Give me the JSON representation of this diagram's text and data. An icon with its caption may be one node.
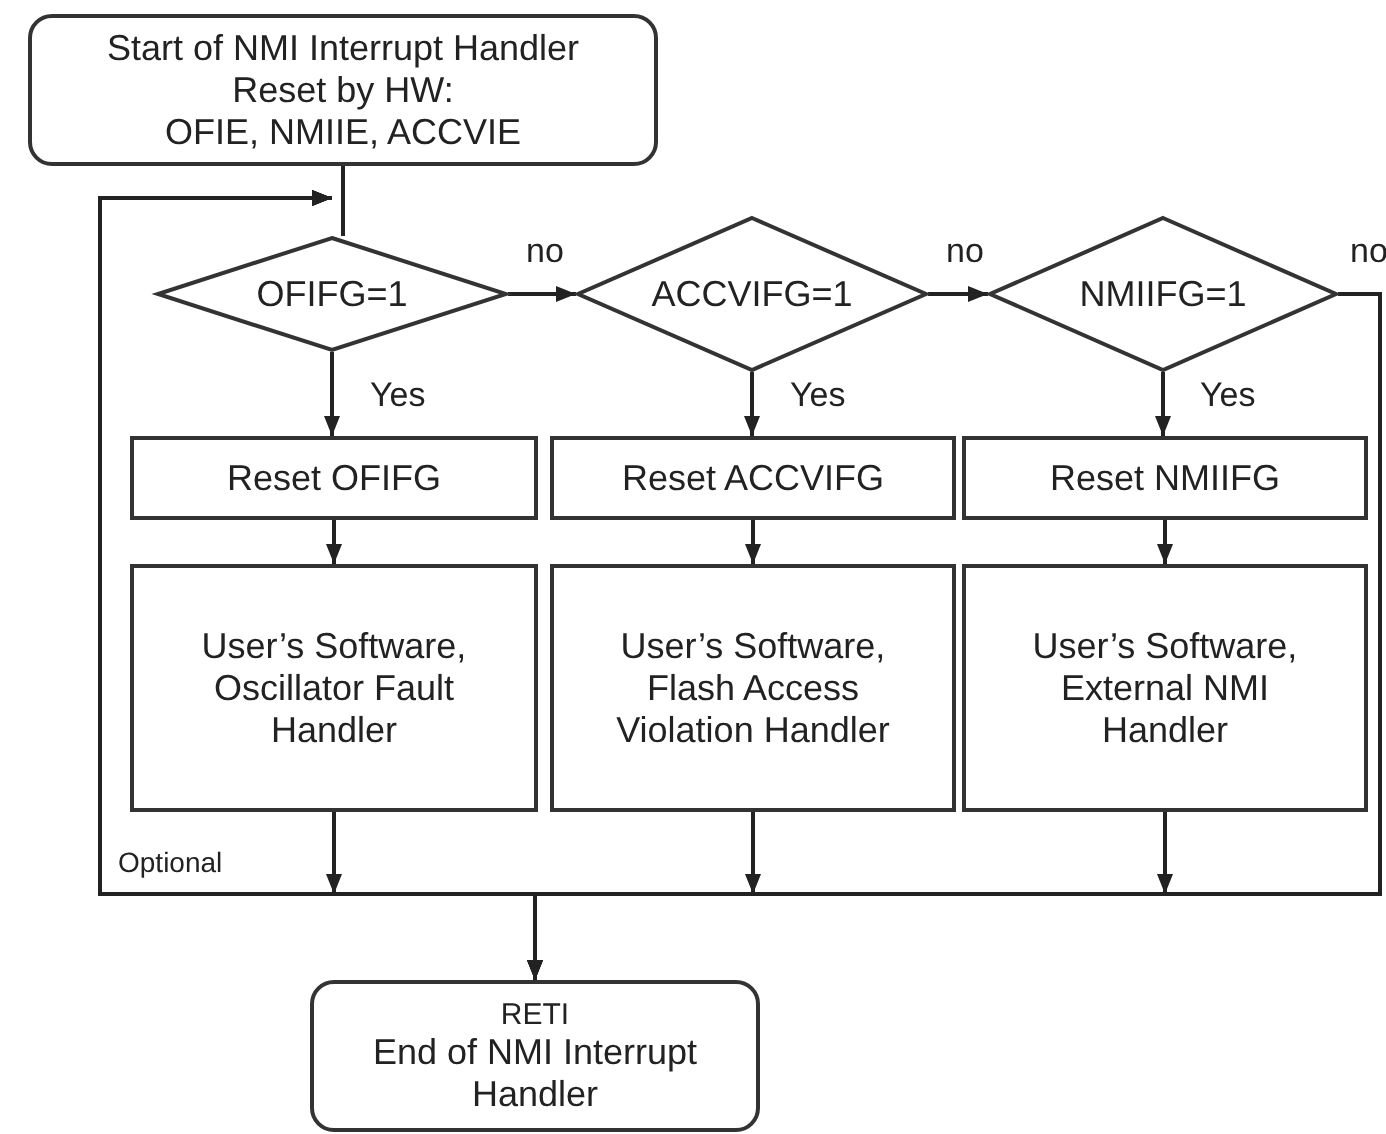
{
  "diagram": {
    "nodes": [
      {
        "text": [
          "Start of NMI Interrupt Handler",
          "Reset by HW:",
          "OFIE, NMIIE, ACCVIE"
        ]
      },
      {
        "text": [
          "OFIFG=1"
        ]
      },
      {
        "text": [
          "ACCVIFG=1"
        ]
      },
      {
        "text": [
          "NMIIFG=1"
        ]
      },
      {
        "text": [
          "Reset OFIFG"
        ]
      },
      {
        "text": [
          "Reset ACCVIFG"
        ]
      },
      {
        "text": [
          "Reset NMIIFG"
        ]
      },
      {
        "text": [
          "User’s Software, Oscillator Fault Handler"
        ]
      },
      {
        "text": [
          "User’s Software, Flash Access Violation Handler"
        ]
      },
      {
        "text": [
          "User’s Software, External NMI Handler"
        ]
      },
      {
        "text": [
          "RETI",
          "End of NMI Interrupt Handler"
        ]
      }
    ],
    "edges": [
      {
        "from": 0,
        "to": 1,
        "arrow": "none"
      },
      {
        "from": 1,
        "to": 2,
        "arrow": "to",
        "label": "no"
      },
      {
        "from": 2,
        "to": 3,
        "arrow": "to",
        "label": "no"
      },
      {
        "from": 1,
        "to": 4,
        "arrow": "to",
        "label": "Yes"
      },
      {
        "from": 2,
        "to": 5,
        "arrow": "to",
        "label": "Yes"
      },
      {
        "from": 3,
        "to": 6,
        "arrow": "to",
        "label": "Yes"
      },
      {
        "from": 4,
        "to": 7,
        "arrow": "to"
      },
      {
        "from": 5,
        "to": 8,
        "arrow": "to"
      },
      {
        "from": 6,
        "to": 9,
        "arrow": "to"
      },
      {
        "from": 7,
        "to": 10,
        "arrow": "to"
      },
      {
        "from": 8,
        "to": 10,
        "arrow": "to"
      },
      {
        "from": 9,
        "to": 10,
        "arrow": "to"
      },
      {
        "from": 3,
        "to": 10,
        "arrow": "to",
        "label": "no"
      },
      {
        "from": 7,
        "to": 1,
        "arrow": "to"
      },
      {
        "from": 8,
        "to": 1,
        "arrow": "to"
      },
      {
        "from": 9,
        "to": 1,
        "arrow": "to"
      },
      {
        "from": 3,
        "to": 1,
        "arrow": "to"
      }
    ],
    "labels": [
      "Optional"
    ]
  }
}
